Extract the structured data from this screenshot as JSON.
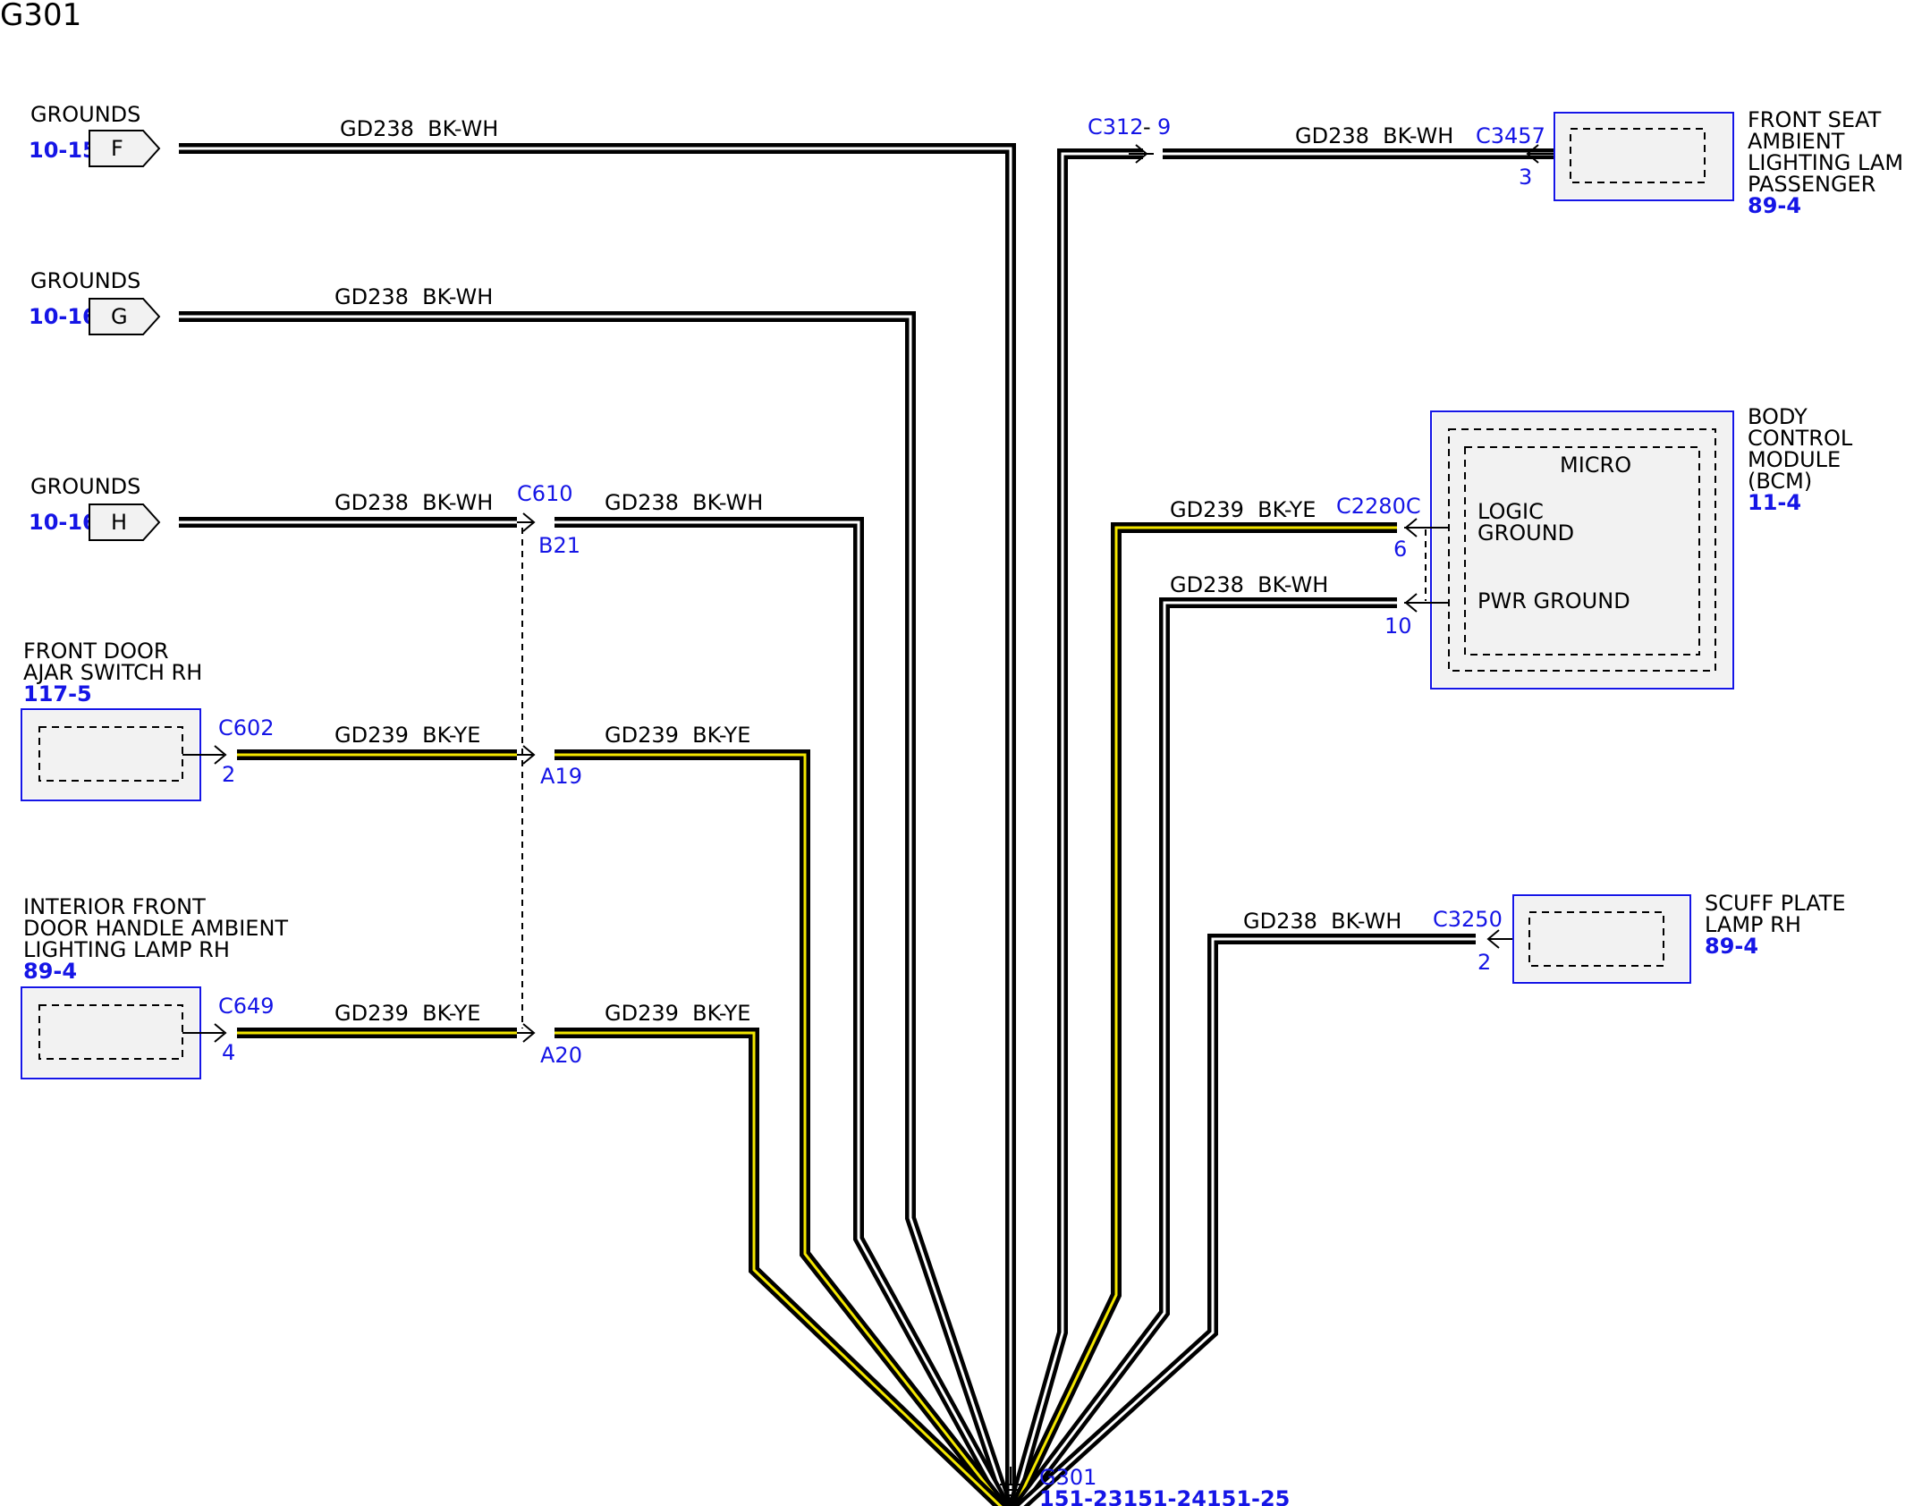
{
  "diagram": {
    "title": "G301",
    "ground": {
      "name": "G301",
      "ref": "151-23151-24151-25"
    },
    "grounds": [
      {
        "label": "GROUNDS",
        "ref": "10-15",
        "letter": "F",
        "wire": "GD238  BK-WH"
      },
      {
        "label": "GROUNDS",
        "ref": "10-16",
        "letter": "G",
        "wire": "GD238  BK-WH"
      },
      {
        "label": "GROUNDS",
        "ref": "10-16",
        "letter": "H",
        "wire": "GD238  BK-WH",
        "wire2": "GD238  BK-WH"
      }
    ],
    "inline_connector": {
      "name": "C610",
      "pins": [
        "B21",
        "A19",
        "A20"
      ]
    },
    "left_components": [
      {
        "line1": "FRONT DOOR",
        "line2": "AJAR SWITCH RH",
        "ref": "117-5",
        "connector": "C602",
        "pin": "2",
        "wire": "GD239  BK-YE",
        "wire2": "GD239  BK-YE"
      },
      {
        "line1": "INTERIOR FRONT",
        "line2": "DOOR HANDLE AMBIENT",
        "line3": "LIGHTING LAMP RH",
        "ref": "89-4",
        "connector": "C649",
        "pin": "4",
        "wire": "GD239  BK-YE",
        "wire2": "GD239  BK-YE"
      }
    ],
    "front_seat": {
      "inline": "C312",
      "inline_pin": "9",
      "wire": "GD238  BK-WH",
      "connector": "C3457",
      "pin": "3",
      "line1": "FRONT SEAT",
      "line2": "AMBIENT",
      "line3": "LIGHTING LAMP,",
      "line4": "PASSENGER",
      "ref": "89-4"
    },
    "bcm": {
      "line1": "BODY",
      "line2": "CONTROL",
      "line3": "MODULE",
      "line4": "(BCM)",
      "ref": "11-4",
      "micro": "MICRO",
      "logic1": "LOGIC",
      "logic2": "GROUND",
      "pwr": "PWR GROUND",
      "connector": "C2280C",
      "pin_logic": "6",
      "pin_pwr": "10",
      "wire_logic": "GD239  BK-YE",
      "wire_pwr": "GD238  BK-WH"
    },
    "scuff": {
      "line1": "SCUFF PLATE",
      "line2": "LAMP RH",
      "ref": "89-4",
      "connector": "C3250",
      "pin": "2",
      "wire": "GD238  BK-WH"
    }
  },
  "colors": {
    "reference_blue": "#1515e6",
    "wire_black": "#000000",
    "stripe_white": "#ffffff",
    "stripe_yellow": "#f3e600",
    "component_fill": "#f2f2f2"
  }
}
